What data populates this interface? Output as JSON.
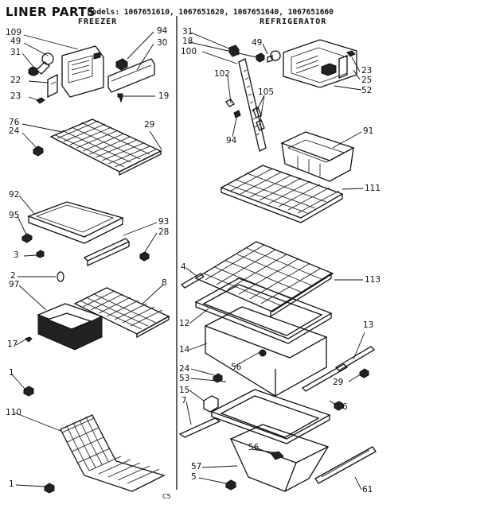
{
  "title": "LINER PARTS",
  "models": "Models: 1067651610, 1067651620, 1067651640, 1067651660",
  "sections": {
    "freezer": "FREEZER",
    "refrigerator": "REFRIGERATOR"
  },
  "footer_code": "C5",
  "labels": [
    {
      "id": "l109",
      "text": "109"
    },
    {
      "id": "l49a",
      "text": "49"
    },
    {
      "id": "l31a",
      "text": "31"
    },
    {
      "id": "l22",
      "text": "22"
    },
    {
      "id": "l23a",
      "text": "23"
    },
    {
      "id": "l94a",
      "text": "94"
    },
    {
      "id": "l30",
      "text": "30"
    },
    {
      "id": "l19",
      "text": "19"
    },
    {
      "id": "l76",
      "text": "76"
    },
    {
      "id": "l24a",
      "text": "24"
    },
    {
      "id": "l29a",
      "text": "29"
    },
    {
      "id": "l92",
      "text": "92"
    },
    {
      "id": "l95",
      "text": "95"
    },
    {
      "id": "l3",
      "text": "3"
    },
    {
      "id": "l93",
      "text": "93"
    },
    {
      "id": "l28",
      "text": "28"
    },
    {
      "id": "l2",
      "text": "2"
    },
    {
      "id": "l97",
      "text": "97"
    },
    {
      "id": "l8",
      "text": "8"
    },
    {
      "id": "l17",
      "text": "17"
    },
    {
      "id": "l1a",
      "text": "1"
    },
    {
      "id": "l110",
      "text": "110"
    },
    {
      "id": "l1b",
      "text": "1"
    },
    {
      "id": "l31b",
      "text": "31"
    },
    {
      "id": "l18",
      "text": "18"
    },
    {
      "id": "l100",
      "text": "100"
    },
    {
      "id": "l49b",
      "text": "49"
    },
    {
      "id": "l102",
      "text": "102"
    },
    {
      "id": "l105",
      "text": "105"
    },
    {
      "id": "l94b",
      "text": "94"
    },
    {
      "id": "l23b",
      "text": "23"
    },
    {
      "id": "l25",
      "text": "25"
    },
    {
      "id": "l52",
      "text": "52"
    },
    {
      "id": "l91",
      "text": "91"
    },
    {
      "id": "l111",
      "text": "111"
    },
    {
      "id": "l4",
      "text": "4"
    },
    {
      "id": "l113",
      "text": "113"
    },
    {
      "id": "l12",
      "text": "12"
    },
    {
      "id": "l14",
      "text": "14"
    },
    {
      "id": "l56a",
      "text": "56"
    },
    {
      "id": "l13",
      "text": "13"
    },
    {
      "id": "l24b",
      "text": "24"
    },
    {
      "id": "l53",
      "text": "53"
    },
    {
      "id": "l29b",
      "text": "29"
    },
    {
      "id": "l15",
      "text": "15"
    },
    {
      "id": "l6",
      "text": "6"
    },
    {
      "id": "l7",
      "text": "7"
    },
    {
      "id": "l56b",
      "text": "56"
    },
    {
      "id": "l57",
      "text": "57"
    },
    {
      "id": "l5",
      "text": "5"
    },
    {
      "id": "l61",
      "text": "61"
    }
  ]
}
